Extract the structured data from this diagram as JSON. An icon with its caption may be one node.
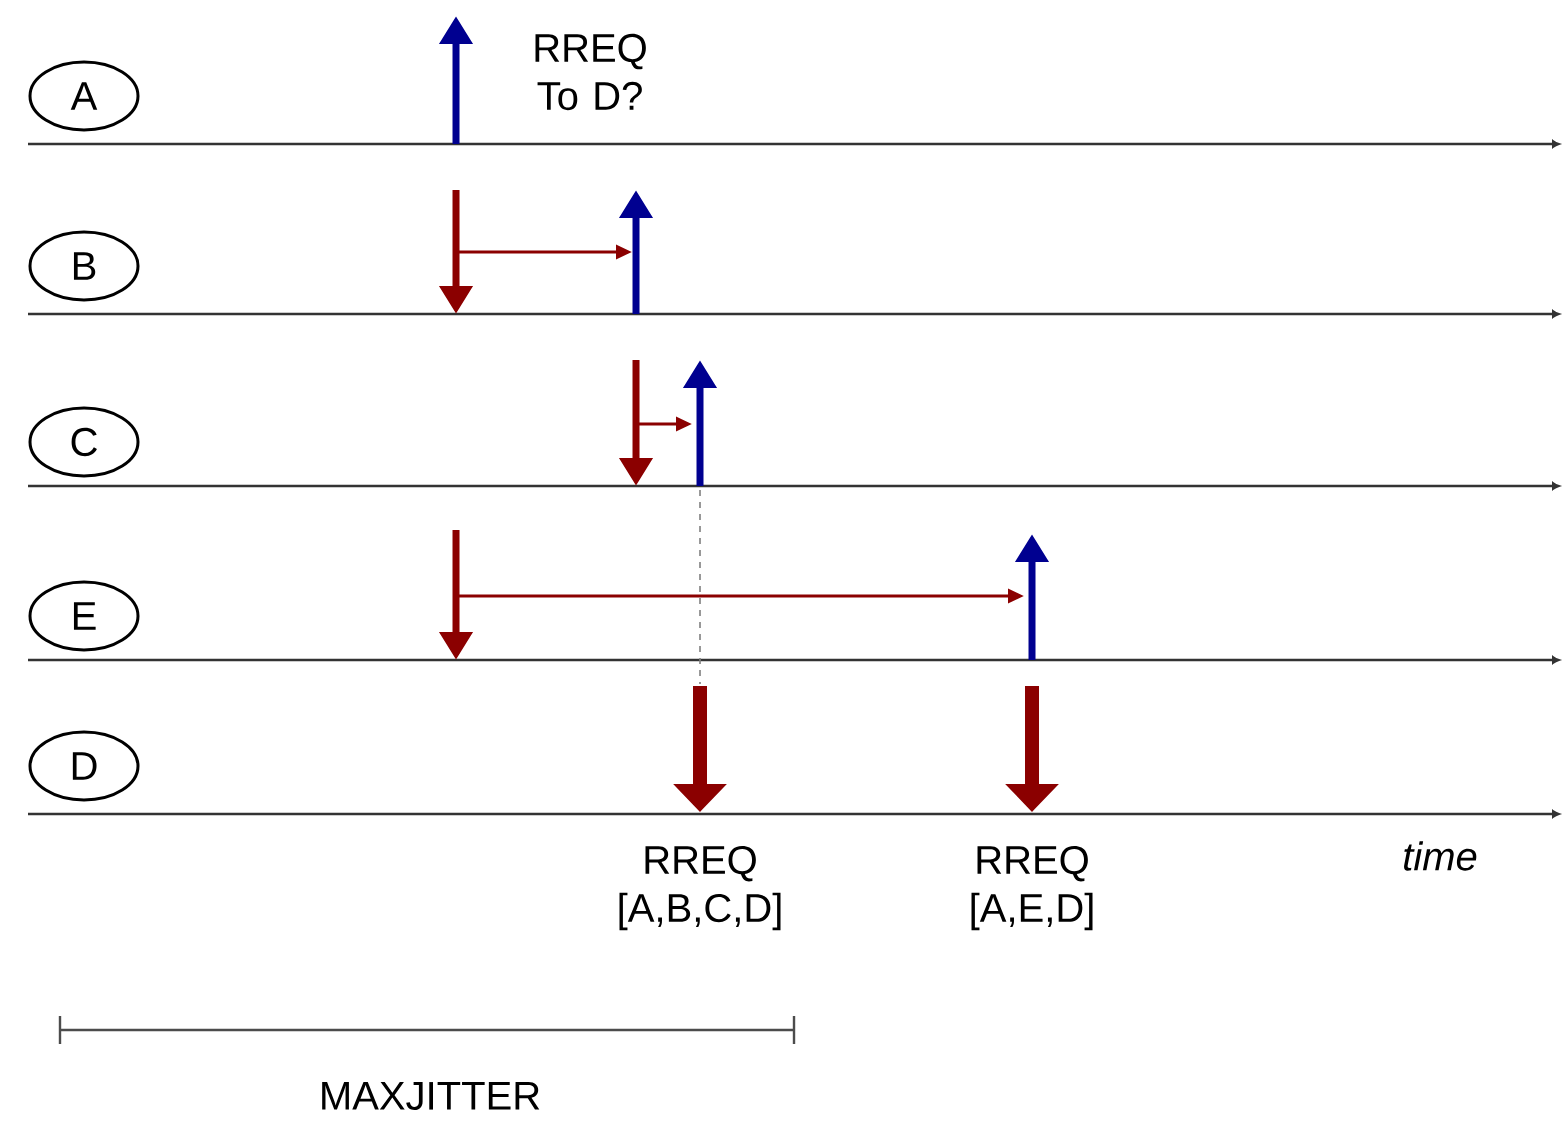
{
  "diagram": {
    "nodes": [
      {
        "text": [
          "A"
        ]
      },
      {
        "text": [
          "B"
        ]
      },
      {
        "text": [
          "C"
        ]
      },
      {
        "text": [
          "E"
        ]
      },
      {
        "text": [
          "D"
        ]
      }
    ],
    "labels": [
      "RREQ To D?",
      "RREQ [A,B,C,D]",
      "RREQ [A,E,D]",
      "time",
      "MAXJITTER"
    ]
  }
}
